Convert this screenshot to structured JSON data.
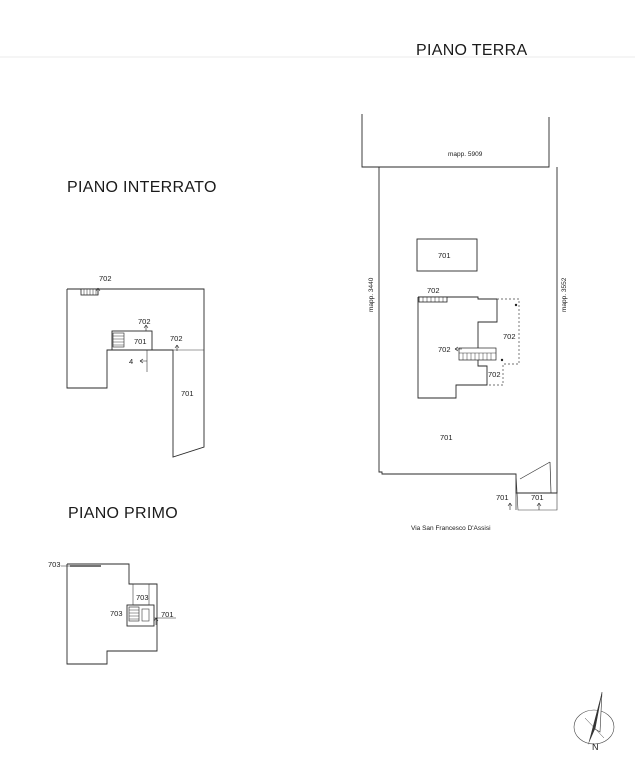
{
  "titles": {
    "ground": "PIANO TERRA",
    "basement": "PIANO INTERRATO",
    "first": "PIANO PRIMO"
  },
  "ground": {
    "neighbor_top": "mapp. 5909",
    "neighbor_left": "mapp. 3440",
    "neighbor_right": "mapp. 3552",
    "box_label": "701",
    "staircase_label": "702",
    "room_right_label": "702",
    "room_center_label": "702",
    "room_lower_label": "702",
    "yard_label": "701",
    "entry_left_label": "701",
    "entry_right_label": "701",
    "street": "Via San Francesco D'Assisi"
  },
  "basement": {
    "stair_label": "702",
    "room_702_a": "702",
    "room_701_a": "701",
    "room_702_b": "702",
    "room_4": "4",
    "room_701_b": "701"
  },
  "first": {
    "left_label": "703",
    "upper_label": "703",
    "center_label": "703",
    "right_label": "701"
  },
  "north": {
    "letter": "N"
  }
}
